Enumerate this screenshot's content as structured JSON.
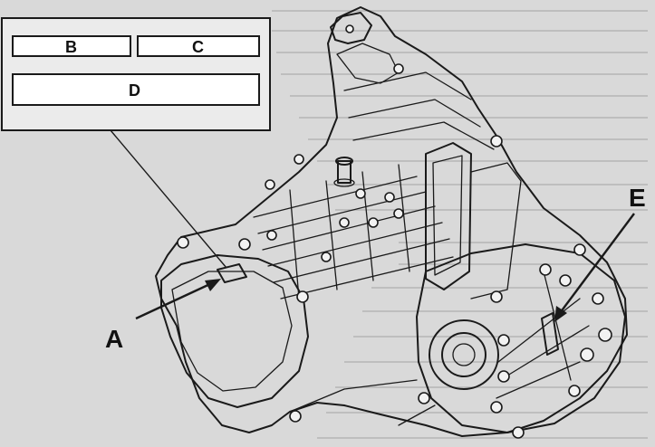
{
  "diagram": {
    "inset_labels": {
      "b": "B",
      "c": "C",
      "d": "D"
    },
    "callouts": {
      "a": "A",
      "e": "E"
    }
  },
  "colors": {
    "ink": "#1a1a1a",
    "paper": "#d9d9d9",
    "inset_fill": "#ebebeb"
  }
}
